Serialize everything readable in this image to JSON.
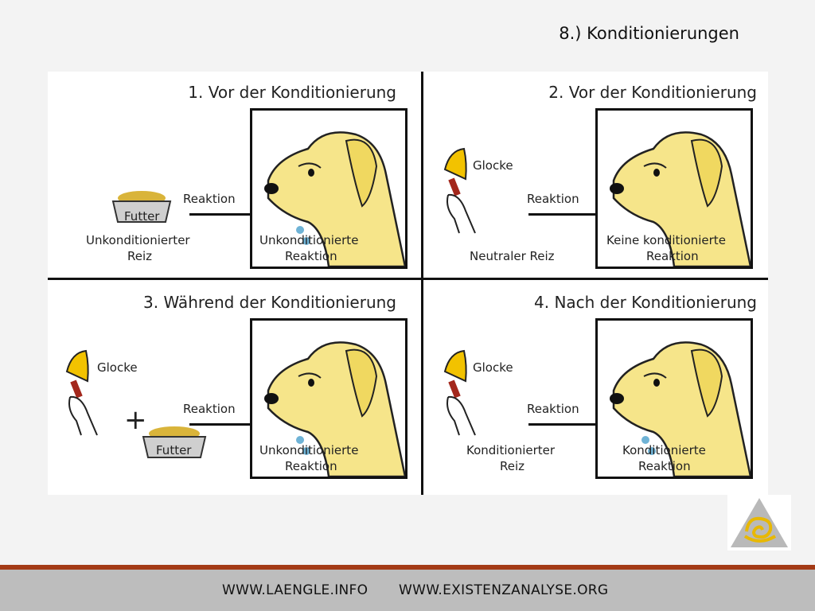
{
  "slide": {
    "title": "8.) Konditionierungen"
  },
  "panels": [
    {
      "title": "1. Vor der Konditionierung",
      "stimulus_bowl": "Futter",
      "stimulus_label_1": "Unkonditionierter",
      "stimulus_label_2": "Reiz",
      "arrow_label": "Reaktion",
      "response_label_1": "Unkonditionierte",
      "response_label_2": "Reaktion"
    },
    {
      "title": "2. Vor der Konditionierung",
      "bell_label": "Glocke",
      "stimulus_label": "Neutraler Reiz",
      "arrow_label": "Reaktion",
      "response_label_1": "Keine konditionierte",
      "response_label_2": "Reaktion"
    },
    {
      "title": "3. Während der Konditionierung",
      "bell_label": "Glocke",
      "plus": "+",
      "stimulus_bowl": "Futter",
      "arrow_label": "Reaktion",
      "response_label_1": "Unkonditionierte",
      "response_label_2": "Reaktion"
    },
    {
      "title": "4. Nach der Konditionierung",
      "bell_label": "Glocke",
      "stimulus_label_1": "Konditionierter",
      "stimulus_label_2": "Reiz",
      "arrow_label": "Reaktion",
      "response_label_1": "Konditionierte",
      "response_label_2": "Reaktion"
    }
  ],
  "footer": {
    "link_1": "WWW.LAENGLE.INFO",
    "link_2": "WWW.EXISTENZANALYSE.ORG"
  },
  "colors": {
    "dog_fill": "#f6e58a",
    "footer_accent": "#a33a16",
    "footer_gray": "#bdbdbd",
    "bell_yellow": "#f2c200",
    "drops": "#6fb3d6"
  }
}
